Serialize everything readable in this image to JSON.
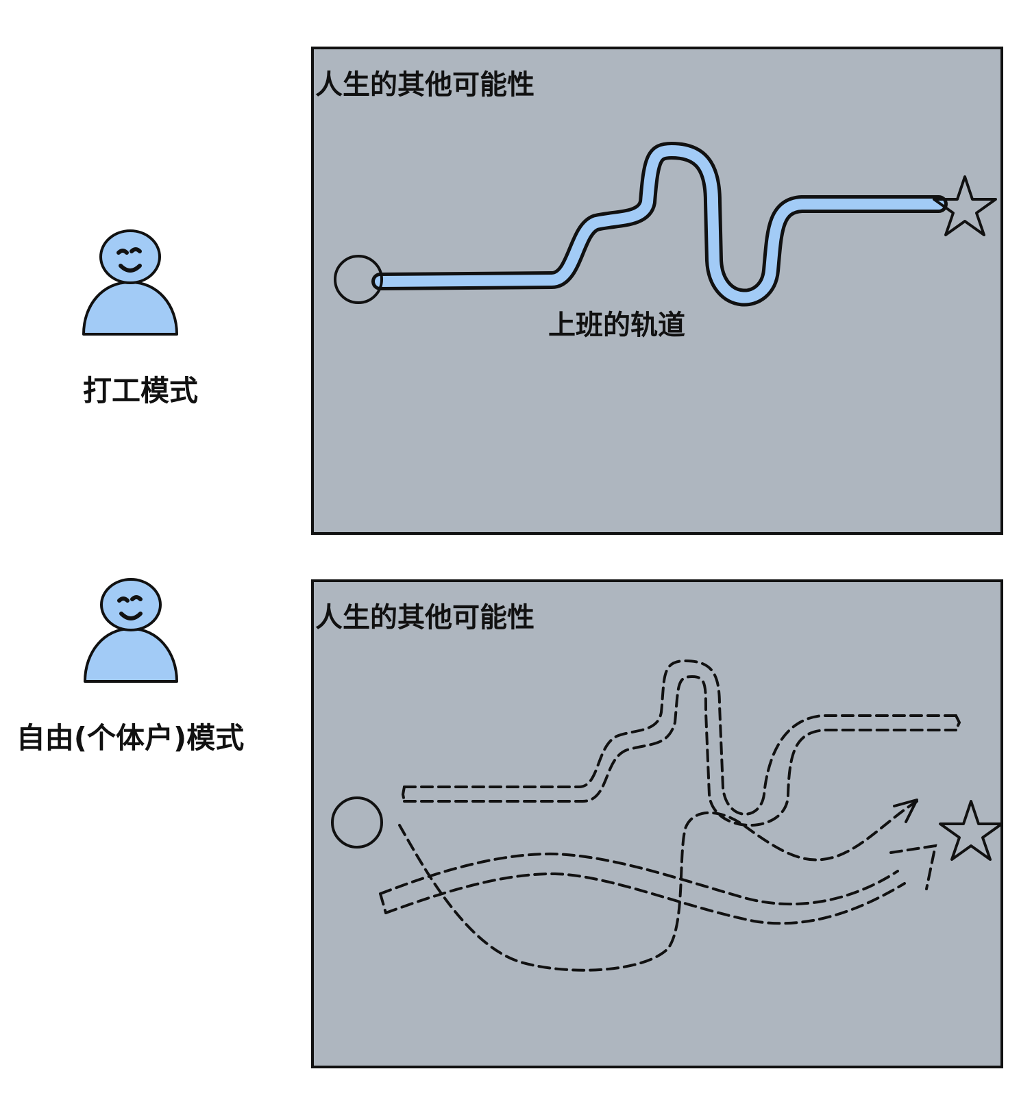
{
  "colors": {
    "panel_fill": "#aeb6bf",
    "figure_fill": "#a2cbf6",
    "track_fill": "#a2cbf6",
    "ink": "#111111",
    "background": "#ffffff"
  },
  "top_section": {
    "figure": {
      "icon": "person-icon",
      "label": "打工模式"
    },
    "panel": {
      "title": "人生的其他可能性",
      "track_label": "上班的轨道",
      "start_icon": "circle-icon",
      "goal_icon": "star-icon"
    }
  },
  "bottom_section": {
    "figure": {
      "icon": "person-icon",
      "label": "自由(个体户)模式"
    },
    "panel": {
      "title": "人生的其他可能性",
      "start_icon": "circle-icon",
      "goal_icon": "star-icon"
    }
  }
}
